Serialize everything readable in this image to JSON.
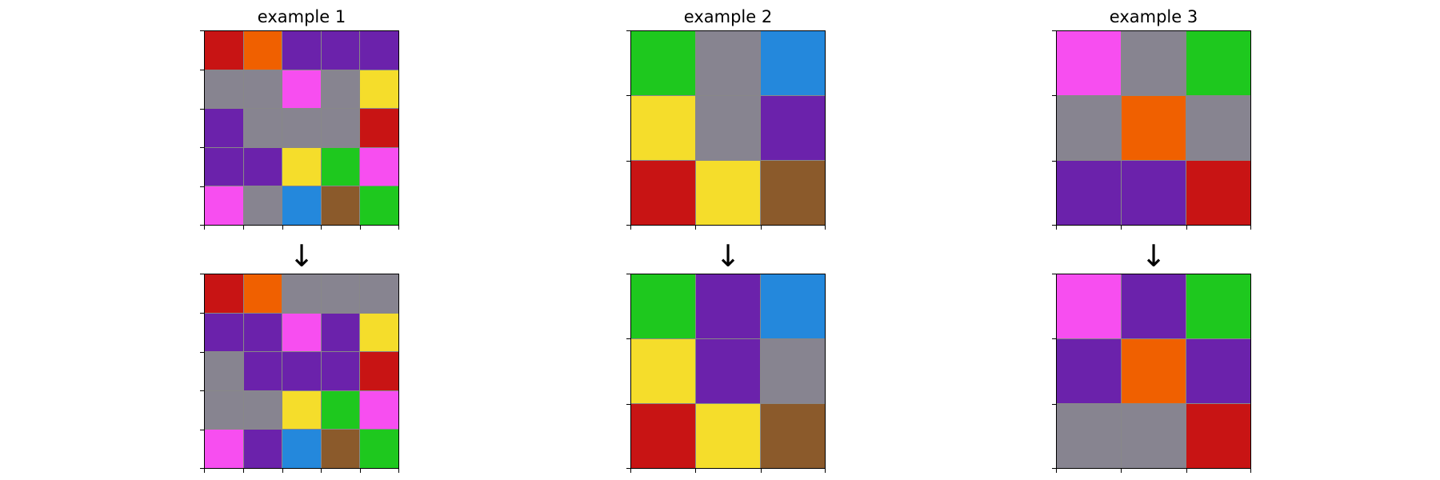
{
  "palette": {
    "R": "#c81414",
    "O": "#f06000",
    "P": "#6b22ab",
    "G": "#878490",
    "M": "#f74ef0",
    "Y": "#f5dd2b",
    "N": "#1ec81e",
    "B": "#2488dc",
    "W": "#8b5a2b"
  },
  "arrow_symbol": "↓",
  "examples": [
    {
      "title": "example 1",
      "input": [
        [
          "R",
          "O",
          "P",
          "P",
          "P"
        ],
        [
          "G",
          "G",
          "M",
          "G",
          "Y"
        ],
        [
          "P",
          "G",
          "G",
          "G",
          "R"
        ],
        [
          "P",
          "P",
          "Y",
          "N",
          "M"
        ],
        [
          "M",
          "G",
          "B",
          "W",
          "N"
        ]
      ],
      "output": [
        [
          "R",
          "O",
          "G",
          "G",
          "G"
        ],
        [
          "P",
          "P",
          "M",
          "P",
          "Y"
        ],
        [
          "G",
          "P",
          "P",
          "P",
          "R"
        ],
        [
          "G",
          "G",
          "Y",
          "N",
          "M"
        ],
        [
          "M",
          "P",
          "B",
          "W",
          "N"
        ]
      ]
    },
    {
      "title": "example 2",
      "input": [
        [
          "N",
          "G",
          "B"
        ],
        [
          "Y",
          "G",
          "P"
        ],
        [
          "R",
          "Y",
          "W"
        ]
      ],
      "output": [
        [
          "N",
          "P",
          "B"
        ],
        [
          "Y",
          "P",
          "G"
        ],
        [
          "R",
          "Y",
          "W"
        ]
      ]
    },
    {
      "title": "example 3",
      "input": [
        [
          "M",
          "G",
          "N"
        ],
        [
          "G",
          "O",
          "G"
        ],
        [
          "P",
          "P",
          "R"
        ]
      ],
      "output": [
        [
          "M",
          "P",
          "N"
        ],
        [
          "P",
          "O",
          "P"
        ],
        [
          "G",
          "G",
          "R"
        ]
      ]
    }
  ]
}
